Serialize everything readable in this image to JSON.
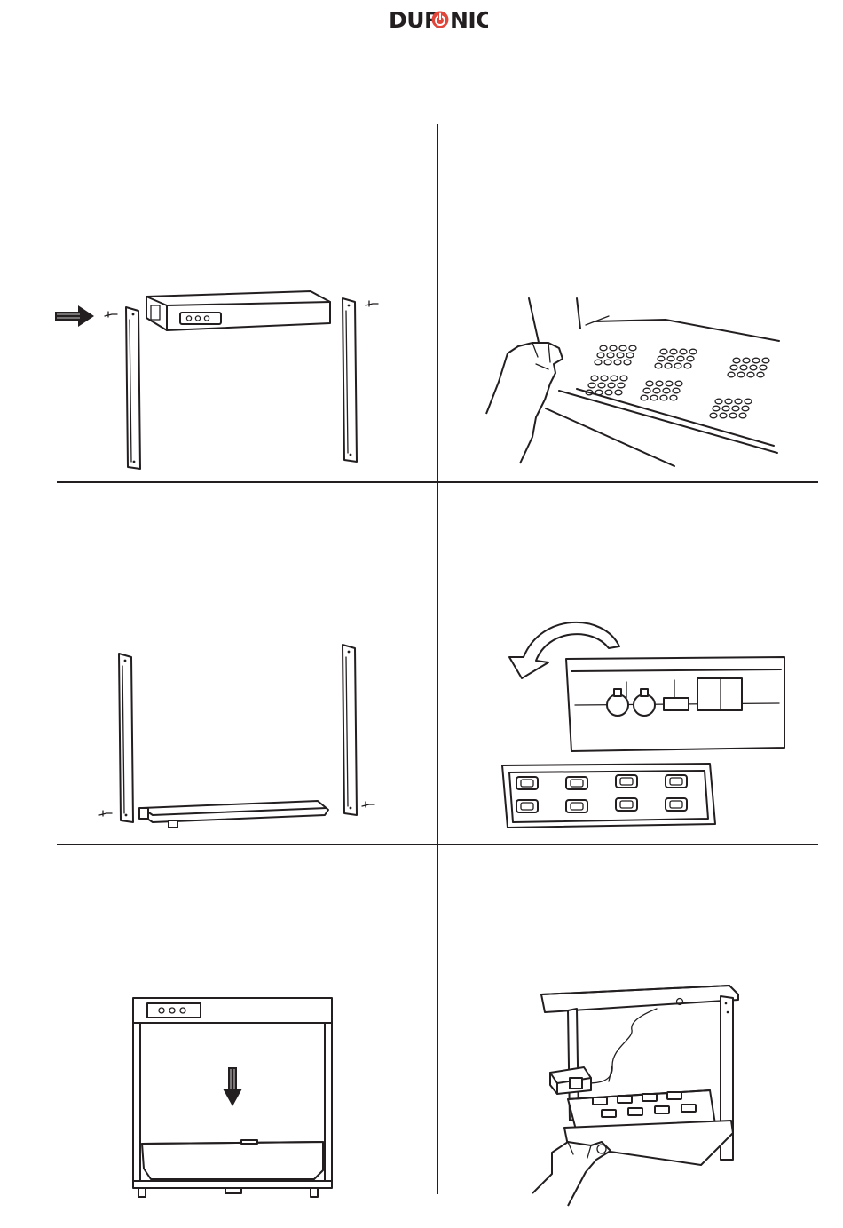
{
  "brand": {
    "name_left": "DUR",
    "name_right": "NIC",
    "accent_color": "#e2463b",
    "logo_icon": "power-icon"
  },
  "colors": {
    "line": "#231f20",
    "background": "#ffffff"
  },
  "steps": [
    {
      "id": 1,
      "illustration": "attach-side-posts-to-lamp-head"
    },
    {
      "id": 2,
      "illustration": "remove-film-from-led-panel"
    },
    {
      "id": 3,
      "illustration": "attach-side-posts-to-base"
    },
    {
      "id": 4,
      "illustration": "open-tank-and-take-out-float-tray"
    },
    {
      "id": 5,
      "illustration": "slide-water-tank-onto-base"
    },
    {
      "id": 6,
      "illustration": "connect-power-cable"
    }
  ]
}
